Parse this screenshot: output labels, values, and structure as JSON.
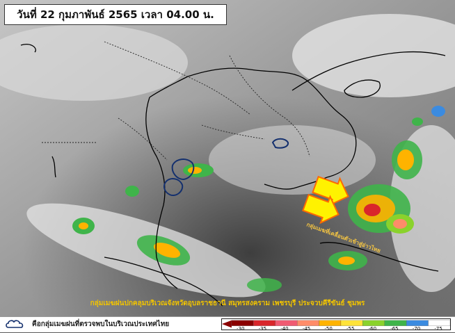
{
  "title": "วันที่ 22 กุมภาพันธ์ 2565 เวลา 04.00 น.",
  "annotation": "กลุ่มเมฆที่เคลื่อนตัวเข้าสู่อ่าวไทย",
  "caption": "กลุ่มเมฆฝนปกคลุมบริเวณจังหวัดอุบลราชธานี สมุทรสงคราม เพชรบุรี ประจวบคีรีขันธ์ ชุมพร",
  "legend": {
    "label": "คือกลุ่มเมฆฝนที่ตรวจพบในบริเวณประเทศไทย",
    "icon": "cloud-outline-icon"
  },
  "scale": {
    "ticks": [
      "-30",
      "-35",
      "-40",
      "-45",
      "-50",
      "-55",
      "-60",
      "-65",
      "-70",
      "-75"
    ],
    "colors": [
      "#8b0000",
      "#d9262b",
      "#f05a72",
      "#ff8c69",
      "#ffb300",
      "#ffe33a",
      "#8ad22c",
      "#3fb44a",
      "#3b8be0",
      "#ffffff"
    ]
  },
  "colors": {
    "cloud_outline": "#14306e",
    "arrow_fill": "#fff200",
    "arrow_border": "#ff6a00",
    "caption_text": "#f2c400"
  }
}
